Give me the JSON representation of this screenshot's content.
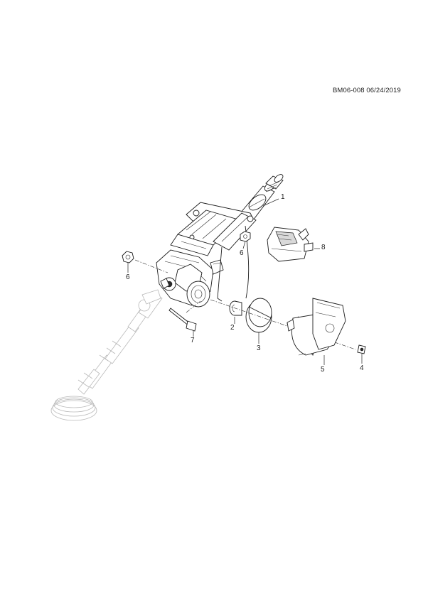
{
  "document": {
    "doc_id": "BM06-008 06/24/2019"
  },
  "callouts": [
    {
      "id": "1",
      "label": "1"
    },
    {
      "id": "2",
      "label": "2"
    },
    {
      "id": "3",
      "label": "3"
    },
    {
      "id": "4",
      "label": "4"
    },
    {
      "id": "5",
      "label": "5"
    },
    {
      "id": "6a",
      "label": "6"
    },
    {
      "id": "6b",
      "label": "6"
    },
    {
      "id": "7",
      "label": "7"
    },
    {
      "id": "8",
      "label": "8"
    }
  ]
}
